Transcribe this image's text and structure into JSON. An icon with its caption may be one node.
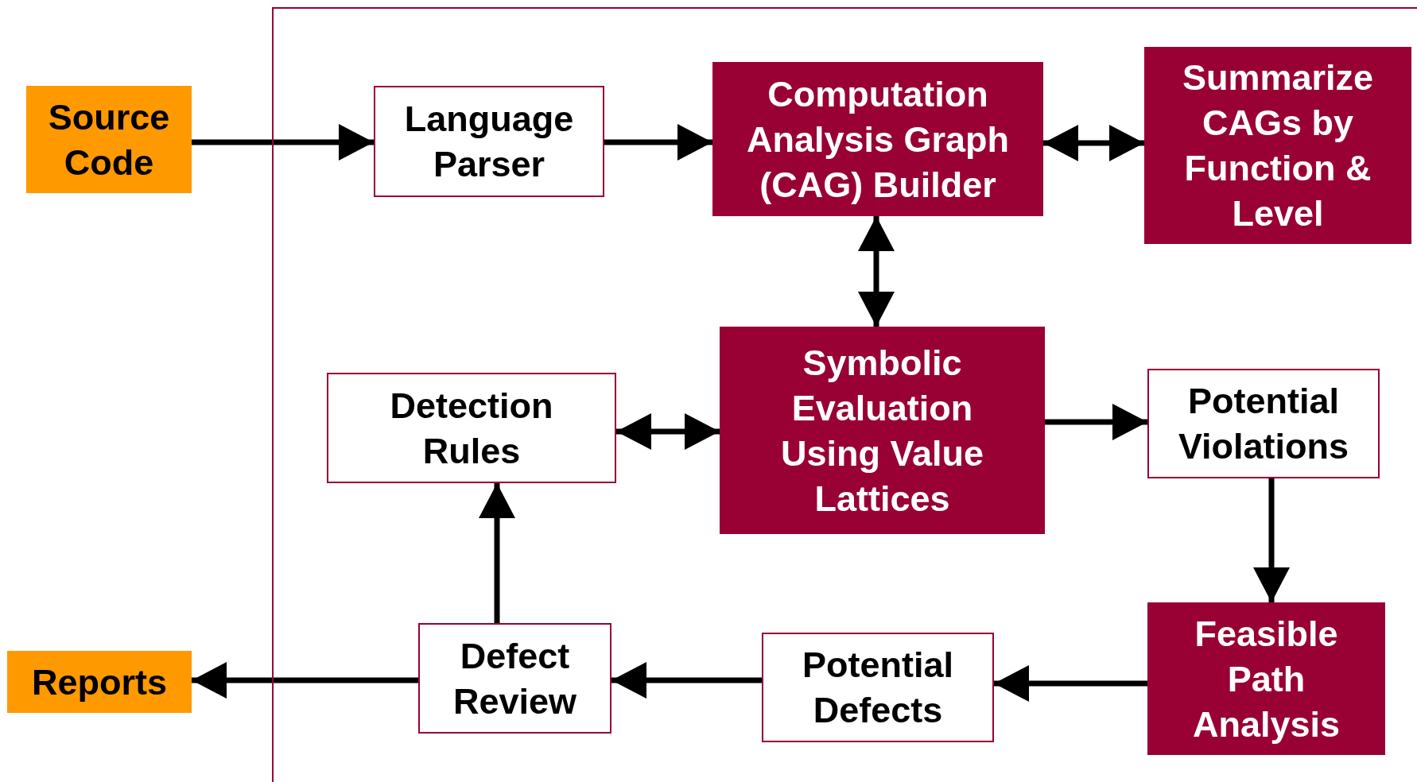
{
  "diagram": {
    "nodes": [
      {
        "text": [
          "Source Code"
        ]
      },
      {
        "text": [],
        "shape": "box"
      },
      {
        "text": [
          "Language Parser"
        ],
        "in": 1
      },
      {
        "text": [
          "Computation Analysis Graph (CAG) Builder"
        ],
        "in": 1
      },
      {
        "text": [
          "Summarize CAGs by Function & Level"
        ],
        "in": 1
      },
      {
        "text": [
          "Detection Rules"
        ],
        "in": 1
      },
      {
        "text": [
          "Symbolic Evaluation Using Value Lattices"
        ],
        "in": 1
      },
      {
        "text": [
          "Potential Violations"
        ],
        "in": 1
      },
      {
        "text": [
          "Feasible Path Analysis"
        ],
        "in": 1
      },
      {
        "text": [
          "Potential Defects"
        ],
        "in": 1
      },
      {
        "text": [
          "Defect Review"
        ],
        "in": 1
      },
      {
        "text": [
          "Reports"
        ]
      }
    ],
    "edges": [
      {
        "from": 0,
        "to": 2,
        "arrow": "to"
      },
      {
        "from": 2,
        "to": 3,
        "arrow": "to"
      },
      {
        "from": 3,
        "to": 4,
        "arrow": "both"
      },
      {
        "from": 3,
        "to": 6,
        "arrow": "both"
      },
      {
        "from": 5,
        "to": 6,
        "arrow": "both"
      },
      {
        "from": 6,
        "to": 7,
        "arrow": "to"
      },
      {
        "from": 7,
        "to": 8,
        "arrow": "to"
      },
      {
        "from": 8,
        "to": 9,
        "arrow": "to"
      },
      {
        "from": 9,
        "to": 10,
        "arrow": "to"
      },
      {
        "from": 10,
        "to": 5,
        "arrow": "to"
      },
      {
        "from": 10,
        "to": 11,
        "arrow": "to"
      }
    ]
  }
}
